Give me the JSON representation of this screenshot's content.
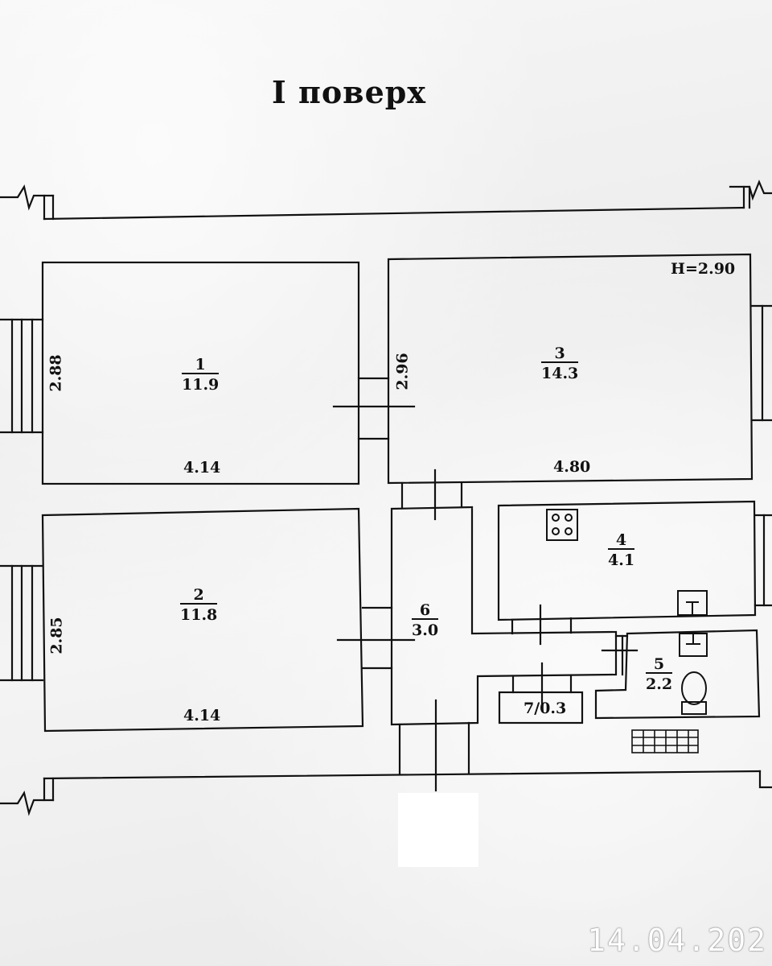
{
  "title": "I поверх",
  "ceiling_height": "H=2.90",
  "rooms": [
    {
      "num": "1",
      "area": "11.9"
    },
    {
      "num": "2",
      "area": "11.8"
    },
    {
      "num": "3",
      "area": "14.3"
    },
    {
      "num": "4",
      "area": "4.1"
    },
    {
      "num": "5",
      "area": "2.2"
    },
    {
      "num": "6",
      "area": "3.0"
    },
    {
      "label": "7/0.3"
    }
  ],
  "dimensions": {
    "room1_width": "4.14",
    "room1_depth": "2.88",
    "room2_width": "4.14",
    "room2_depth": "2.85",
    "room3_width": "4.80",
    "room3_depth": "2.96"
  },
  "date_stamp": "14.04.202"
}
